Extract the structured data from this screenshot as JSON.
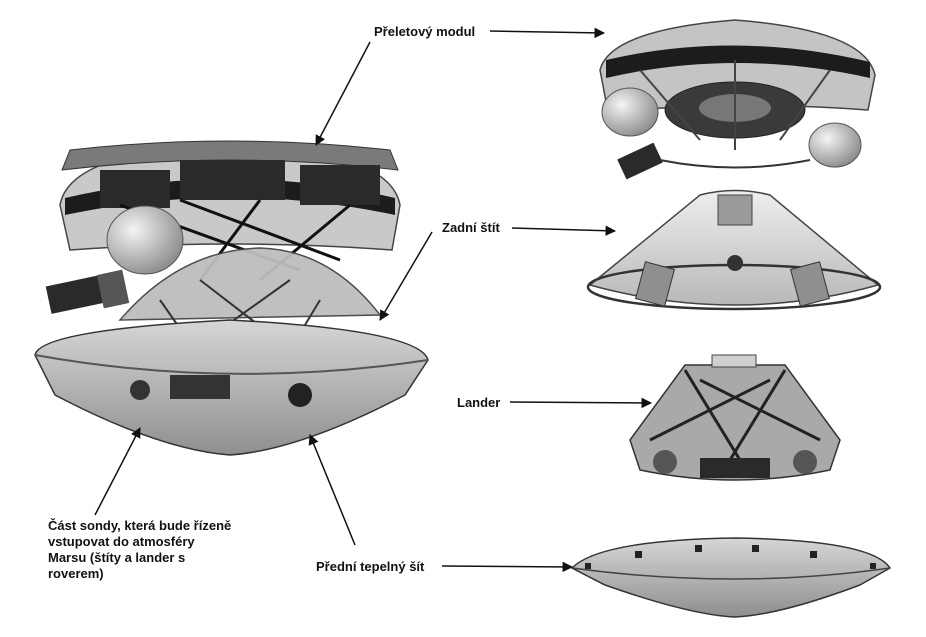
{
  "labels": {
    "cruise_stage": "Přeletový modul",
    "backshell": "Zadní štít",
    "lander": "Lander",
    "entry_vehicle": "Část sondy, která bude řízeně vstupovat do atmosféry Marsu (štíty a lander s roverem)",
    "heat_shield": "Přední tepelný šít"
  },
  "colors": {
    "ink": "#111111",
    "metal_light": "#d9d9d9",
    "metal_mid": "#9a9a9a",
    "metal_dark": "#3a3a3a",
    "panel_black": "#1a1a1a"
  }
}
